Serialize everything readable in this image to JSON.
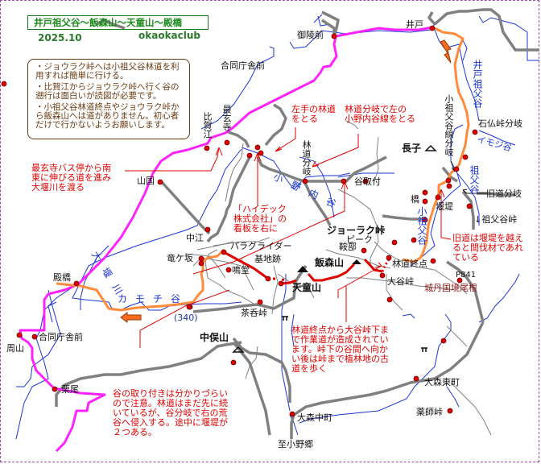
{
  "title": "井戸祖父谷～飯森山～天童山～殿橋",
  "date": "2025.10",
  "club": "okaokaclub",
  "notes_box": [
    "・ジョウラク峠へは小祖父谷林道を利用すれば簡単に行ける。",
    "・比賀江からジョウラク峠へ行く谷の遡行は面白いが読図が必要です。",
    "・小祖父谷林道終点やジョウラク峠から飯森山へは道がありません。初心者だけで行かないようお願いします。"
  ],
  "places": {
    "goryomae": "御陵前",
    "ido": "井戸",
    "godochoshamae_top": "合同庁舎前",
    "higae": "比賀江",
    "saigenji": "最玄寺",
    "yamaguni": "山国",
    "nakae": "中江",
    "ryugasaka": "竜ケ坂",
    "naruto": "鳴堂",
    "tonohashi": "殿橋",
    "shuzan": "周山",
    "godochoshamae_bottom": "合同庁舎前",
    "kurio": "栗尾",
    "chanomitoge": "茶呑峠",
    "nakamatayama": "中俣山",
    "tendozan": "天童山",
    "iimoriyama": "飯森山",
    "kurabe": "鞍部",
    "peak": "ピーク",
    "joraku_toge": "ジョーラク峠",
    "rindo_shuten": "林道終点",
    "otani_toge": "大谷峠",
    "p841": "P841",
    "tanba_kokkyo": "城丹国境尾根",
    "choshi": "長子",
    "tanitoritsuki": "谷取付",
    "rindo_bunki": "林道分岐",
    "hashi": "橋",
    "entei": "堰堤",
    "kyudo_bunki": "旧道分岐",
    "sofudani_toge": "↓祖父谷峠",
    "ishibotoke_bunki": "石仏峠分岐",
    "kosofudani_bunki": "小祖父谷線分岐",
    "paraglider": "パラグライダー",
    "kichiato": "基地跡",
    "elev_340": "(340)",
    "omori_higashi": "大森東町",
    "omori_naka": "大森中町",
    "yakushi_toge": "薬師峠",
    "to_onogo": "至小野郷"
  },
  "rivers": {
    "ido_sofudani": "井戸祖父谷",
    "imojidani": "イモジ谷",
    "sofudani": "祖父谷",
    "kosofudani": "小祖父谷",
    "onouchidani": "小野内谷",
    "oigawa": "大堰川",
    "kamochidani": "カモチ谷"
  },
  "annotations": {
    "hidari_rindo": "左手の林道\nをとる",
    "rindo_bunki_note": "林道分岐で左の\n小野内谷線をとる",
    "saigenji_note": "最玄寺バス停から南\n東に伸びる道を進み\n大堰川を渡る",
    "hitech_note": "「ハイデック\n株式会社」の\n看板を右に",
    "kyudo_note": "旧道は堰堤を越え\nると間伐材であれ\nている",
    "sagyodo_note": "林道終点から大谷峠下ま\nで作業道が造成されてい\nます。峠下の谷間へ向か\nい後は峠まで植林地の古\n道を歩く",
    "tani_note": "谷の取り付きは分かりづらい\nので注意。林道はまだ先に続\nいているが、谷分岐で右の荒\n谷へ侵入する。途中に堰堤が\n２つある。"
  },
  "colors": {
    "bus_route": "#ff22ff",
    "hike_route": "#ff8a3a",
    "ridge_route": "#e00000",
    "road": "#808080",
    "river": "#1a35d8",
    "annotation": "#e00000",
    "point": "#e00000",
    "title": "#1a8a1a"
  }
}
